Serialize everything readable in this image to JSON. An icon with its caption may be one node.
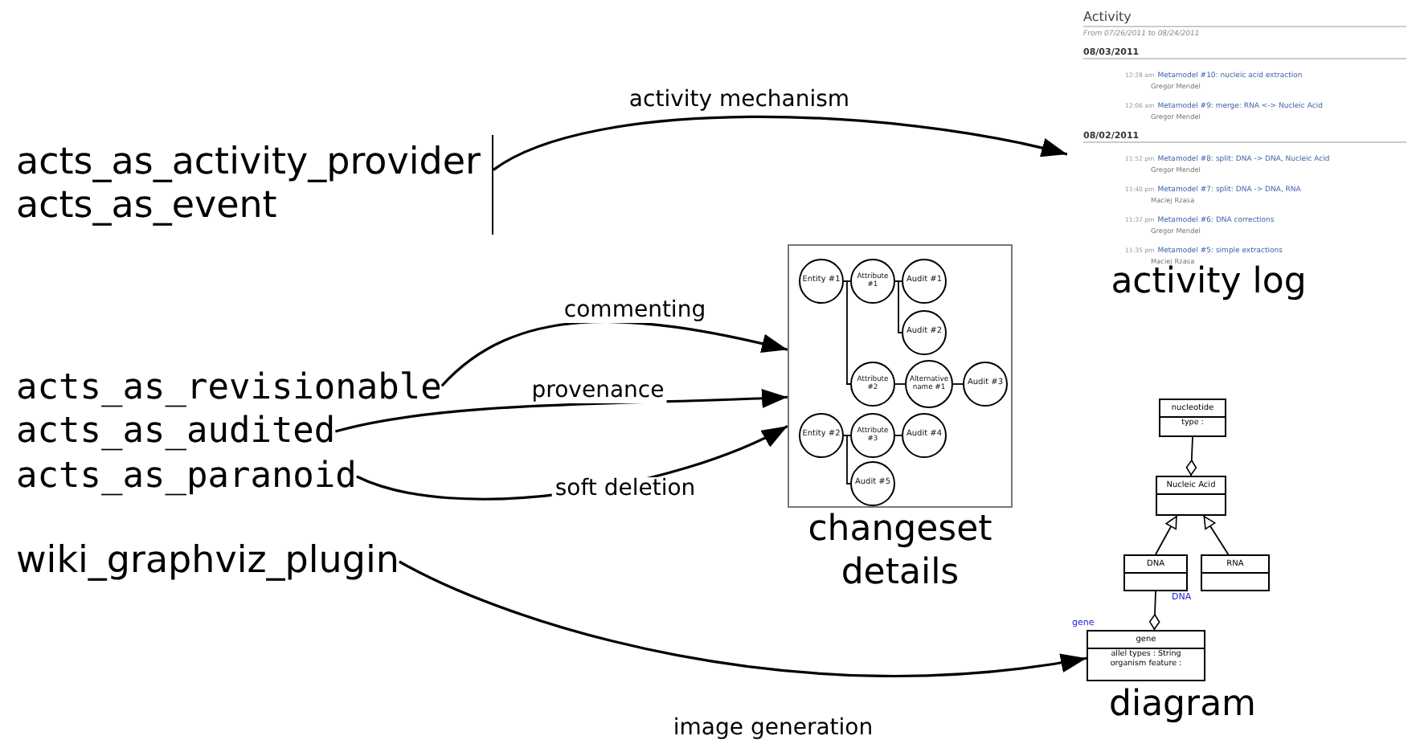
{
  "diagram": {
    "nodes": [
      {
        "text": [
          "acts_as_activity_provider",
          "acts_as_event"
        ]
      },
      {
        "text": [
          "Activity",
          "From 07/26/2011 to 08/24/2011",
          "08/03/2011",
          "12:28 am",
          "Metamodel #10: nucleic acid extraction",
          "Gregor Mendel",
          "12:06 am",
          "Metamodel #9: merge: RNA <-> Nucleic Acid",
          "Gregor Mendel",
          "08/02/2011",
          "11:52 pm",
          "Metamodel #8: split: DNA -> DNA, Nucleic Acid",
          "Gregor Mendel",
          "11:40 pm",
          "Metamodel #7: split: DNA -> DNA, RNA",
          "Maciej Rzasa",
          "11:37 pm",
          "Metamodel #6: DNA corrections",
          "Gregor Mendel",
          "11:35 pm",
          "Metamodel #5: simple extractions",
          "Maciej Rzasa"
        ],
        "beside": [
          "activity log"
        ]
      },
      {
        "text": [
          "acts_as_revisionable"
        ]
      },
      {
        "text": [
          "acts_as_audited"
        ]
      },
      {
        "text": [
          "acts_as_paranoid"
        ]
      },
      {
        "text": [
          "wiki_graphviz_plugin"
        ]
      },
      {
        "text": [],
        "shape": "box",
        "beside": [
          "changeset details"
        ]
      },
      {
        "text": [
          "Entity #1"
        ],
        "in": 6
      },
      {
        "text": [
          "Attribute #1"
        ],
        "in": 6
      },
      {
        "text": [
          "Audit #1"
        ],
        "in": 6
      },
      {
        "text": [
          "Audit #2"
        ],
        "in": 6
      },
      {
        "text": [
          "Attribute #2"
        ],
        "in": 6
      },
      {
        "text": [
          "Alternative name #1"
        ],
        "in": 6
      },
      {
        "text": [
          "Audit #3"
        ],
        "in": 6
      },
      {
        "text": [
          "Entity #2"
        ],
        "in": 6
      },
      {
        "text": [
          "Attribute #3"
        ],
        "in": 6
      },
      {
        "text": [
          "Audit #4"
        ],
        "in": 6
      },
      {
        "text": [
          "Audit #5"
        ],
        "in": 6
      },
      {
        "text": [
          "nucleotide",
          "type :"
        ]
      },
      {
        "text": [
          "Nucleic Acid"
        ]
      },
      {
        "text": [
          "DNA"
        ]
      },
      {
        "text": [
          "RNA"
        ]
      },
      {
        "text": [
          "gene",
          "allel types : String",
          "organism feature :"
        ]
      }
    ],
    "edges": [
      {
        "from": 0,
        "to": 1,
        "arrow": "to",
        "label": "activity mechanism"
      },
      {
        "from": 2,
        "to": 6,
        "arrow": "to",
        "label": "commenting"
      },
      {
        "from": 3,
        "to": 6,
        "arrow": "to",
        "label": "provenance"
      },
      {
        "from": 4,
        "to": 6,
        "arrow": "to",
        "label": "soft deletion"
      },
      {
        "from": 5,
        "to": 22,
        "arrow": "to",
        "label": "image generation"
      },
      {
        "from": 7,
        "to": 8,
        "arrow": "none"
      },
      {
        "from": 8,
        "to": 9,
        "arrow": "none"
      },
      {
        "from": 8,
        "to": 10,
        "arrow": "none"
      },
      {
        "from": 7,
        "to": 11,
        "arrow": "none"
      },
      {
        "from": 11,
        "to": 12,
        "arrow": "none"
      },
      {
        "from": 12,
        "to": 13,
        "arrow": "none"
      },
      {
        "from": 14,
        "to": 15,
        "arrow": "none"
      },
      {
        "from": 15,
        "to": 16,
        "arrow": "none"
      },
      {
        "from": 14,
        "to": 17,
        "arrow": "none"
      },
      {
        "from": 18,
        "to": 19,
        "arrow": "other"
      },
      {
        "from": 20,
        "to": 19,
        "arrow": "to"
      },
      {
        "from": 21,
        "to": 19,
        "arrow": "to"
      },
      {
        "from": 20,
        "to": 22,
        "arrow": "other",
        "label": "DNA"
      }
    ],
    "labels": [
      "gene",
      "diagram"
    ]
  }
}
